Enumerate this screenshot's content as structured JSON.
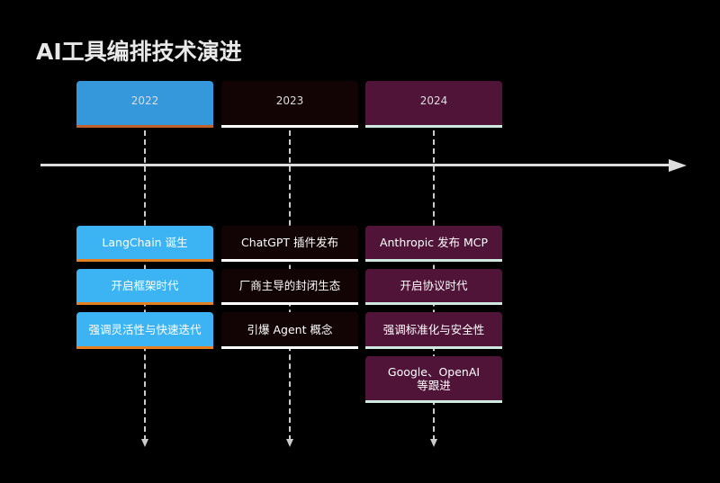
{
  "title": "AI工具编排技术演进",
  "colors": {
    "y2022_header": "#3498db",
    "y2022_card": "#3cb4f4",
    "y2022_border": "#e67e22",
    "y2023_bg": "#120404",
    "y2023_border": "#ffffff",
    "y2024_bg": "#4f1437",
    "y2024_border": "#cfe8e0"
  },
  "columns": [
    {
      "year": "2022",
      "items": [
        "LangChain 诞生",
        "开启框架时代",
        "强调灵活性与快速迭代"
      ]
    },
    {
      "year": "2023",
      "items": [
        "ChatGPT 插件发布",
        "厂商主导的封闭生态",
        "引爆 Agent 概念"
      ]
    },
    {
      "year": "2024",
      "items": [
        "Anthropic 发布 MCP",
        "开启协议时代",
        "强调标准化与安全性",
        "Google、OpenAI 等跟进"
      ]
    }
  ]
}
